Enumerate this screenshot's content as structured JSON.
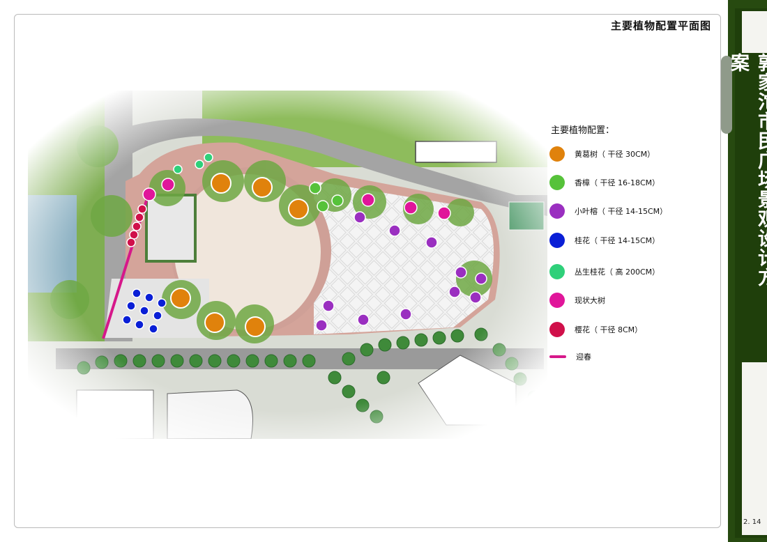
{
  "page": {
    "title": "主要植物配置平面图",
    "side_title": "郭家沱市民广场景观设计方案",
    "page_number": "2. 14"
  },
  "legend": {
    "title": "主要植物配置：",
    "items": [
      {
        "label": "黄葛树（ 干径 30CM）",
        "color": "#e0820c",
        "shape": "circle",
        "icon": "orange-circle-icon"
      },
      {
        "label": "香樟（ 干径 16-18CM）",
        "color": "#56c23a",
        "shape": "circle",
        "icon": "green-circle-icon"
      },
      {
        "label": "小叶榕（ 干径 14-15CM）",
        "color": "#9a2fc0",
        "shape": "circle",
        "icon": "purple-circle-icon"
      },
      {
        "label": "桂花（ 干径 14-15CM）",
        "color": "#0a1fd6",
        "shape": "circle",
        "icon": "blue-circle-icon"
      },
      {
        "label": "丛生桂花（ 高 200CM）",
        "color": "#2fd07a",
        "shape": "circle",
        "icon": "mint-circle-icon"
      },
      {
        "label": "现状大树",
        "color": "#e0169a",
        "shape": "circle",
        "icon": "magenta-circle-icon"
      },
      {
        "label": "樱花（ 干径 8CM）",
        "color": "#d0104a",
        "shape": "circle",
        "icon": "crimson-circle-icon"
      },
      {
        "label": "迎春",
        "color": "#d6188a",
        "shape": "line",
        "icon": "magenta-line-icon"
      }
    ]
  }
}
